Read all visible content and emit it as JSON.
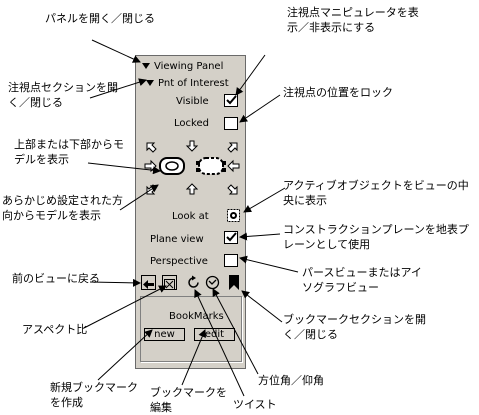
{
  "panel": {
    "title": "Viewing Panel",
    "section": "Pnt of Interest",
    "visible_label": "Visible",
    "locked_label": "Locked",
    "look_at_label": "Look at",
    "plane_view_label": "Plane view",
    "perspective_label": "Perspective",
    "bookmarks_label": "BookMarks",
    "new_label": "new",
    "edit_label": "edit",
    "visible_checked": true,
    "locked_checked": false,
    "plane_view_checked": true,
    "perspective_checked": false
  },
  "callouts": {
    "open_close_panel": "パネルを開く／閉じる",
    "open_close_poi": "注視点セクションを開\nく／閉じる",
    "show_hide_manipulator": "注視点マニピュレータを表\n示／非表示にする",
    "lock_poi": "注視点の位置をロック",
    "top_bottom": "上部または下部からモ\nデルを表示",
    "preset_direction": "あらかじめ設定された方\n向からモデルを表示",
    "center_active": "アクティブオブジェクトをビューの中央に表示",
    "construction_plane": "コンストラクションプレーンを地表プ\nレーンとして使用",
    "perspective_iso": "パースビューまたはアイ\nソグラフビュー",
    "prev_view": "前のビューに戻る",
    "bookmark_toggle": "ブックマークセクションを開\nく／閉じる",
    "aspect": "アスペクト比",
    "azimuth": "方位角／仰角",
    "new_bookmark": "新規ブックマーク\nを作成",
    "edit_bookmark": "ブックマークを\n編集",
    "twist": "ツイスト"
  }
}
